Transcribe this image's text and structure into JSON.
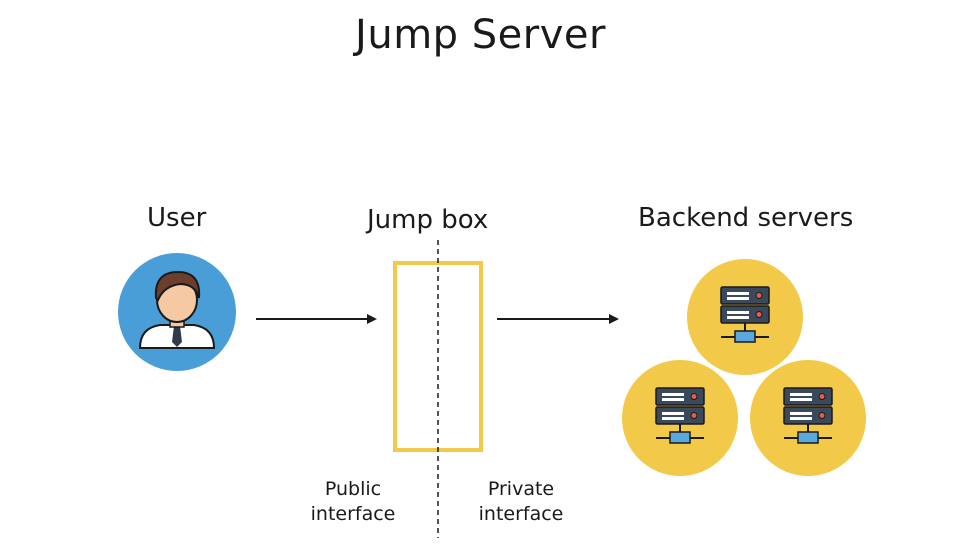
{
  "title": "Jump Server",
  "nodes": {
    "user": {
      "label": "User"
    },
    "jump_box": {
      "label": "Jump box"
    },
    "backend": {
      "label": "Backend servers"
    }
  },
  "interfaces": {
    "public": {
      "line1": "Public",
      "line2": "interface"
    },
    "private": {
      "line1": "Private",
      "line2": "interface"
    }
  },
  "colors": {
    "user_circle": "#4a9ed8",
    "server_circle": "#f3c94a",
    "jump_box_border": "#f2c948",
    "server_body": "#3a4a5c",
    "server_led": "#e45c4a",
    "server_base": "#5ba8e0",
    "arrow": "#1a1a1a"
  },
  "icons": {
    "user": "user-avatar-icon",
    "server": "server-rack-icon"
  }
}
